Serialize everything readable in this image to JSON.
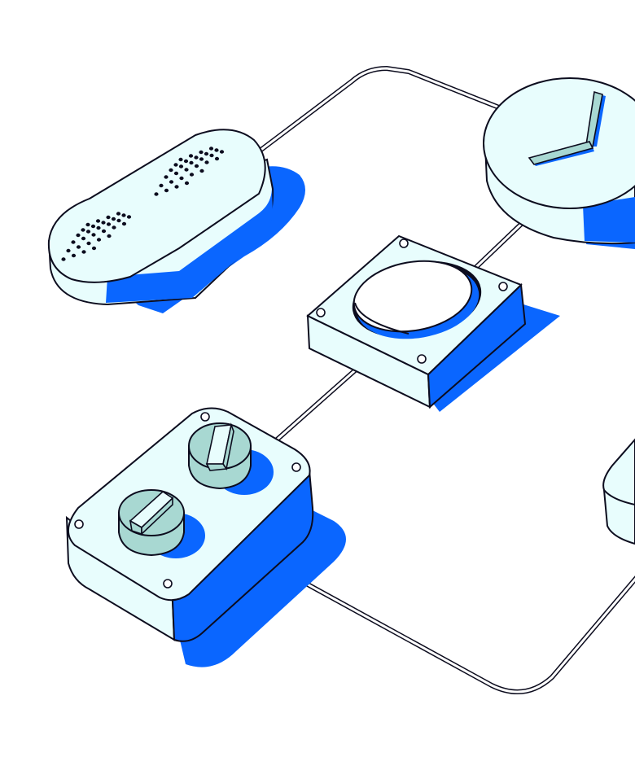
{
  "illustration": {
    "devices": [
      {
        "id": "speaker",
        "icon": "speaker-icon"
      },
      {
        "id": "clock",
        "icon": "clock-icon"
      },
      {
        "id": "push-button",
        "icon": "round-button-icon"
      },
      {
        "id": "dial-controller",
        "icon": "dial-knob-icon"
      },
      {
        "id": "partial-device",
        "icon": "device-icon"
      }
    ]
  },
  "colors": {
    "outline": "#0c0c1e",
    "face": "#e8fdfd",
    "accent_blue": "#0a66ff",
    "knob": "#a8d8d2",
    "cable_fill": "#ffffff",
    "background": "#ffffff"
  }
}
